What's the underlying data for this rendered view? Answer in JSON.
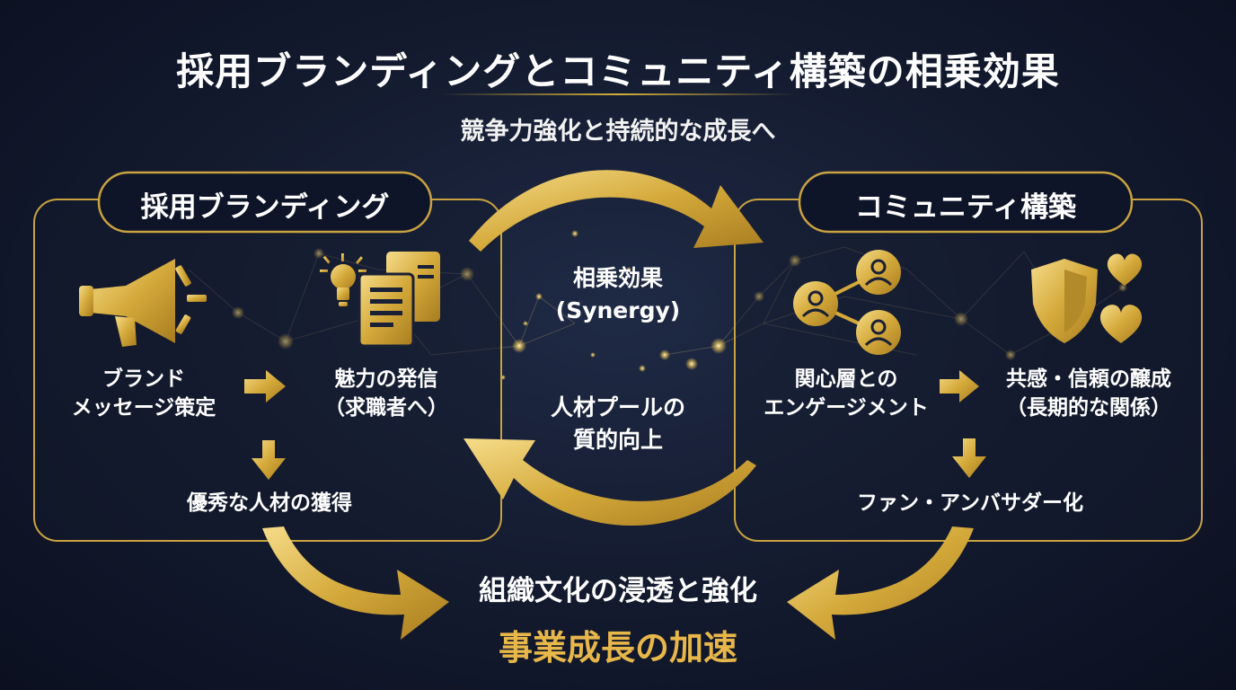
{
  "header": {
    "title": "採用ブランディングとコミュニティ構築の相乗効果",
    "subtitle": "競争力強化と持続的な成長へ"
  },
  "left_panel": {
    "title": "採用ブランディング",
    "node1": [
      "ブランド",
      "メッセージ策定"
    ],
    "node2": [
      "魅力の発信",
      "（求職者へ）"
    ],
    "node3": "優秀な人材の獲得"
  },
  "right_panel": {
    "title": "コミュニティ構築",
    "node1": [
      "関心層との",
      "エンゲージメント"
    ],
    "node2": [
      "共感・信頼の醸成",
      "（長期的な関係）"
    ],
    "node3": "ファン・アンバサダー化"
  },
  "center": {
    "synergy": [
      "相乗効果",
      "(Synergy)"
    ],
    "talent_pool": [
      "人材プールの",
      "質的向上"
    ]
  },
  "bottom": {
    "line1": "組織文化の浸透と強化",
    "line2": "事業成長の加速"
  },
  "icons": {
    "left_node1": "megaphone-icon",
    "left_node2": "lightbulb-documents-icon",
    "right_node1": "people-network-icon",
    "right_node2": "shield-hearts-icon"
  },
  "colors": {
    "gold": "#d4af37",
    "gold_light": "#f3d27a",
    "accent_text": "#e8b74a",
    "background": "#131a2e"
  }
}
